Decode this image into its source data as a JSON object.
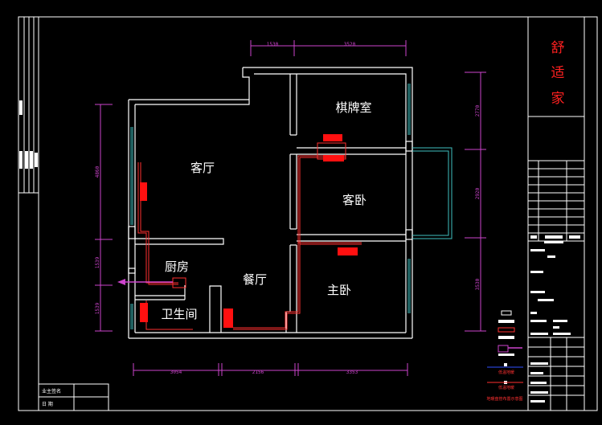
{
  "brand": {
    "chars": [
      "舒",
      "适",
      "家"
    ]
  },
  "rooms": {
    "living": "客厅",
    "chess": "棋牌室",
    "guest": "客卧",
    "master": "主卧",
    "kitchen": "厨房",
    "dining": "餐厅",
    "bath": "卫生间"
  },
  "dimensions": {
    "top": [
      "1530",
      "3520"
    ],
    "bottom": [
      "3054",
      "2156",
      "3353"
    ],
    "left": [
      "4860",
      "1539",
      "1539"
    ],
    "right": [
      "2770",
      "2920",
      "3530"
    ]
  },
  "signature": {
    "owner_label": "业主签名",
    "date_label": "日    期"
  },
  "legend": [
    "低温地暖",
    "低温地暖",
    "地暖盘管布置示意图"
  ],
  "colors": {
    "wall": "#ffffff",
    "dimension": "#cc44cc",
    "radiator": "#ff1010",
    "pipe": "#ff3030",
    "window": "#40c0c0",
    "brand": "#ff2020"
  }
}
